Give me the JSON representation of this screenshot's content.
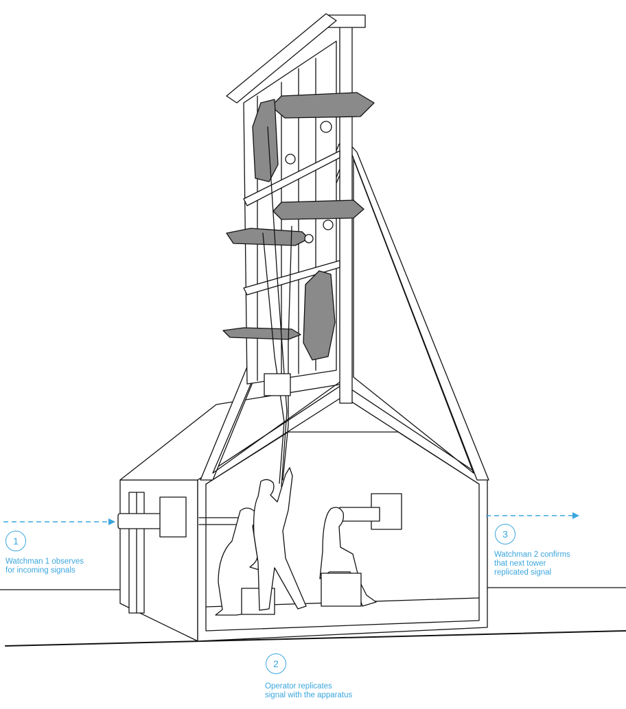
{
  "steps": [
    {
      "number": "1",
      "caption_lines": [
        "Watchman 1 observes",
        "for incoming signals"
      ]
    },
    {
      "number": "2",
      "caption_lines": [
        "Operator replicates",
        "signal with the apparatus"
      ]
    },
    {
      "number": "3",
      "caption_lines": [
        "Watchman 2 confirms",
        "that next tower",
        "replicated signal"
      ]
    }
  ],
  "colors": {
    "accent": "#3aa6dd",
    "line": "#111111",
    "panel_fill": "#8a8a8a",
    "background": "#ffffff"
  },
  "icons": [
    "signal-arrow-in",
    "signal-arrow-out"
  ]
}
